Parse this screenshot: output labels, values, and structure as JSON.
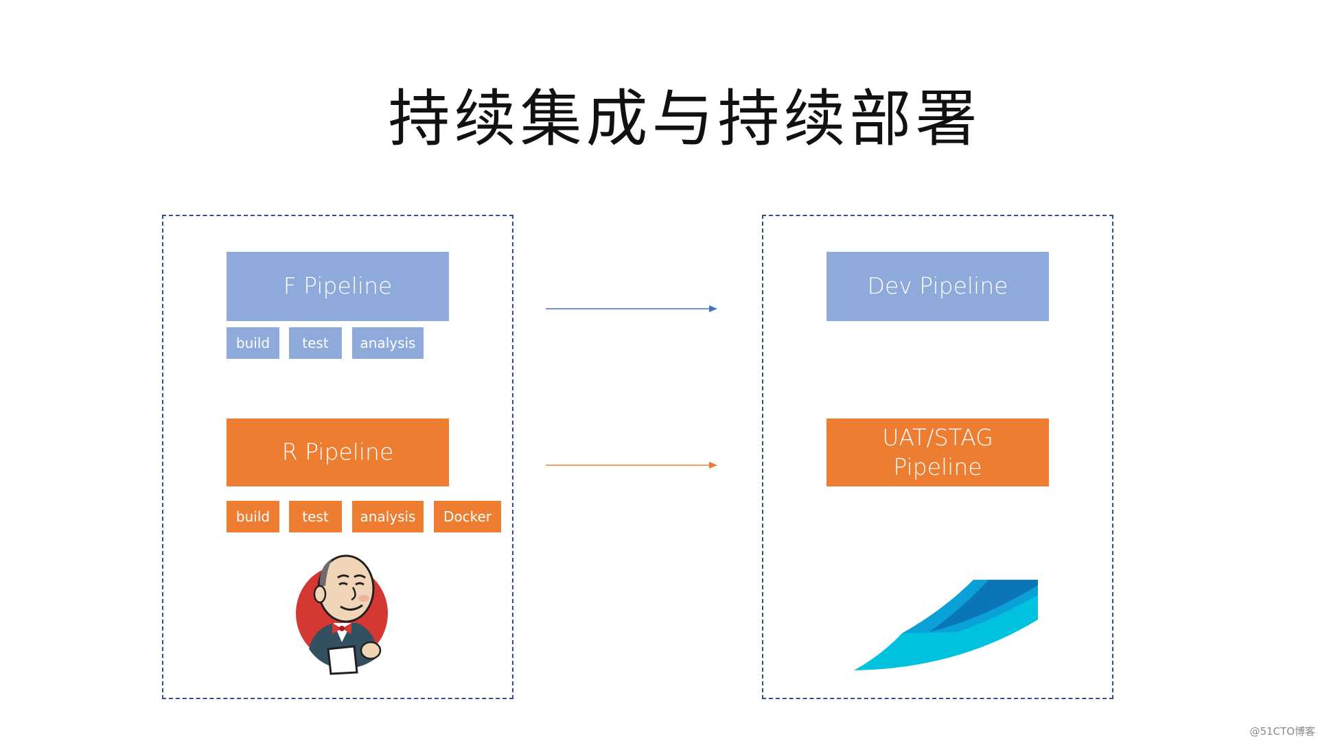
{
  "title": "持续集成与持续部署",
  "left_panel": {
    "f_pipeline": {
      "label": "F Pipeline",
      "steps": [
        "build",
        "test",
        "analysis"
      ]
    },
    "r_pipeline": {
      "label": "R Pipeline",
      "steps": [
        "build",
        "test",
        "analysis",
        "Docker"
      ]
    },
    "logo_icon": "jenkins-butler-icon"
  },
  "right_panel": {
    "dev_pipeline": {
      "label": "Dev Pipeline"
    },
    "uat_pipeline": {
      "label": "UAT/STAG Pipeline"
    },
    "logo_icon": "blue-swoosh-logo-icon"
  },
  "arrows": [
    {
      "from": "F Pipeline",
      "to": "Dev Pipeline",
      "color": "#4472c4"
    },
    {
      "from": "R Pipeline",
      "to": "UAT/STAG Pipeline",
      "color": "#ed7d31"
    }
  ],
  "colors": {
    "blue_box": "#8eaadb",
    "orange_box": "#ed7d31",
    "frame_border": "#2f4f8f"
  },
  "watermark": "@51CTO博客"
}
